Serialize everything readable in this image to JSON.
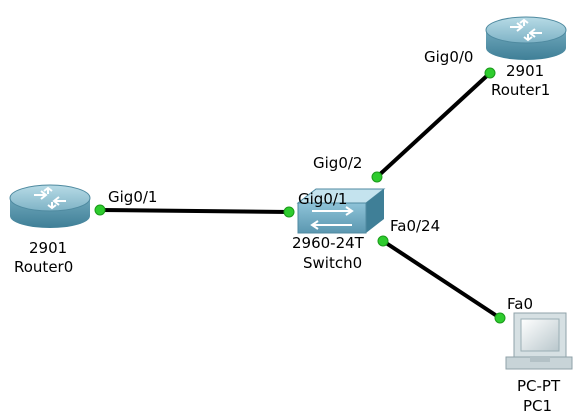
{
  "devices": {
    "router0": {
      "model": "2901",
      "name": "Router0"
    },
    "router1": {
      "model": "2901",
      "name": "Router1"
    },
    "switch0": {
      "model": "2960-24T",
      "model_visible": "2960-24T",
      "name": "Switch0"
    },
    "pc1": {
      "model": "PC-PT",
      "name": "PC1"
    }
  },
  "links": [
    {
      "id": "router0-switch0",
      "from_port": "Gig0/1",
      "to_port": "Gig0/1"
    },
    {
      "id": "switch0-router1",
      "from_port": "Gig0/2",
      "to_port": "Gig0/0"
    },
    {
      "id": "switch0-pc1",
      "from_port": "Fa0/24",
      "to_port": "Fa0"
    }
  ],
  "colors": {
    "link_line": "#000000",
    "link_up": "#2ecc2e",
    "router_body": "#5f9fb4",
    "switch_body": "#6aa8c4",
    "pc_body": "#dfe7ea"
  }
}
